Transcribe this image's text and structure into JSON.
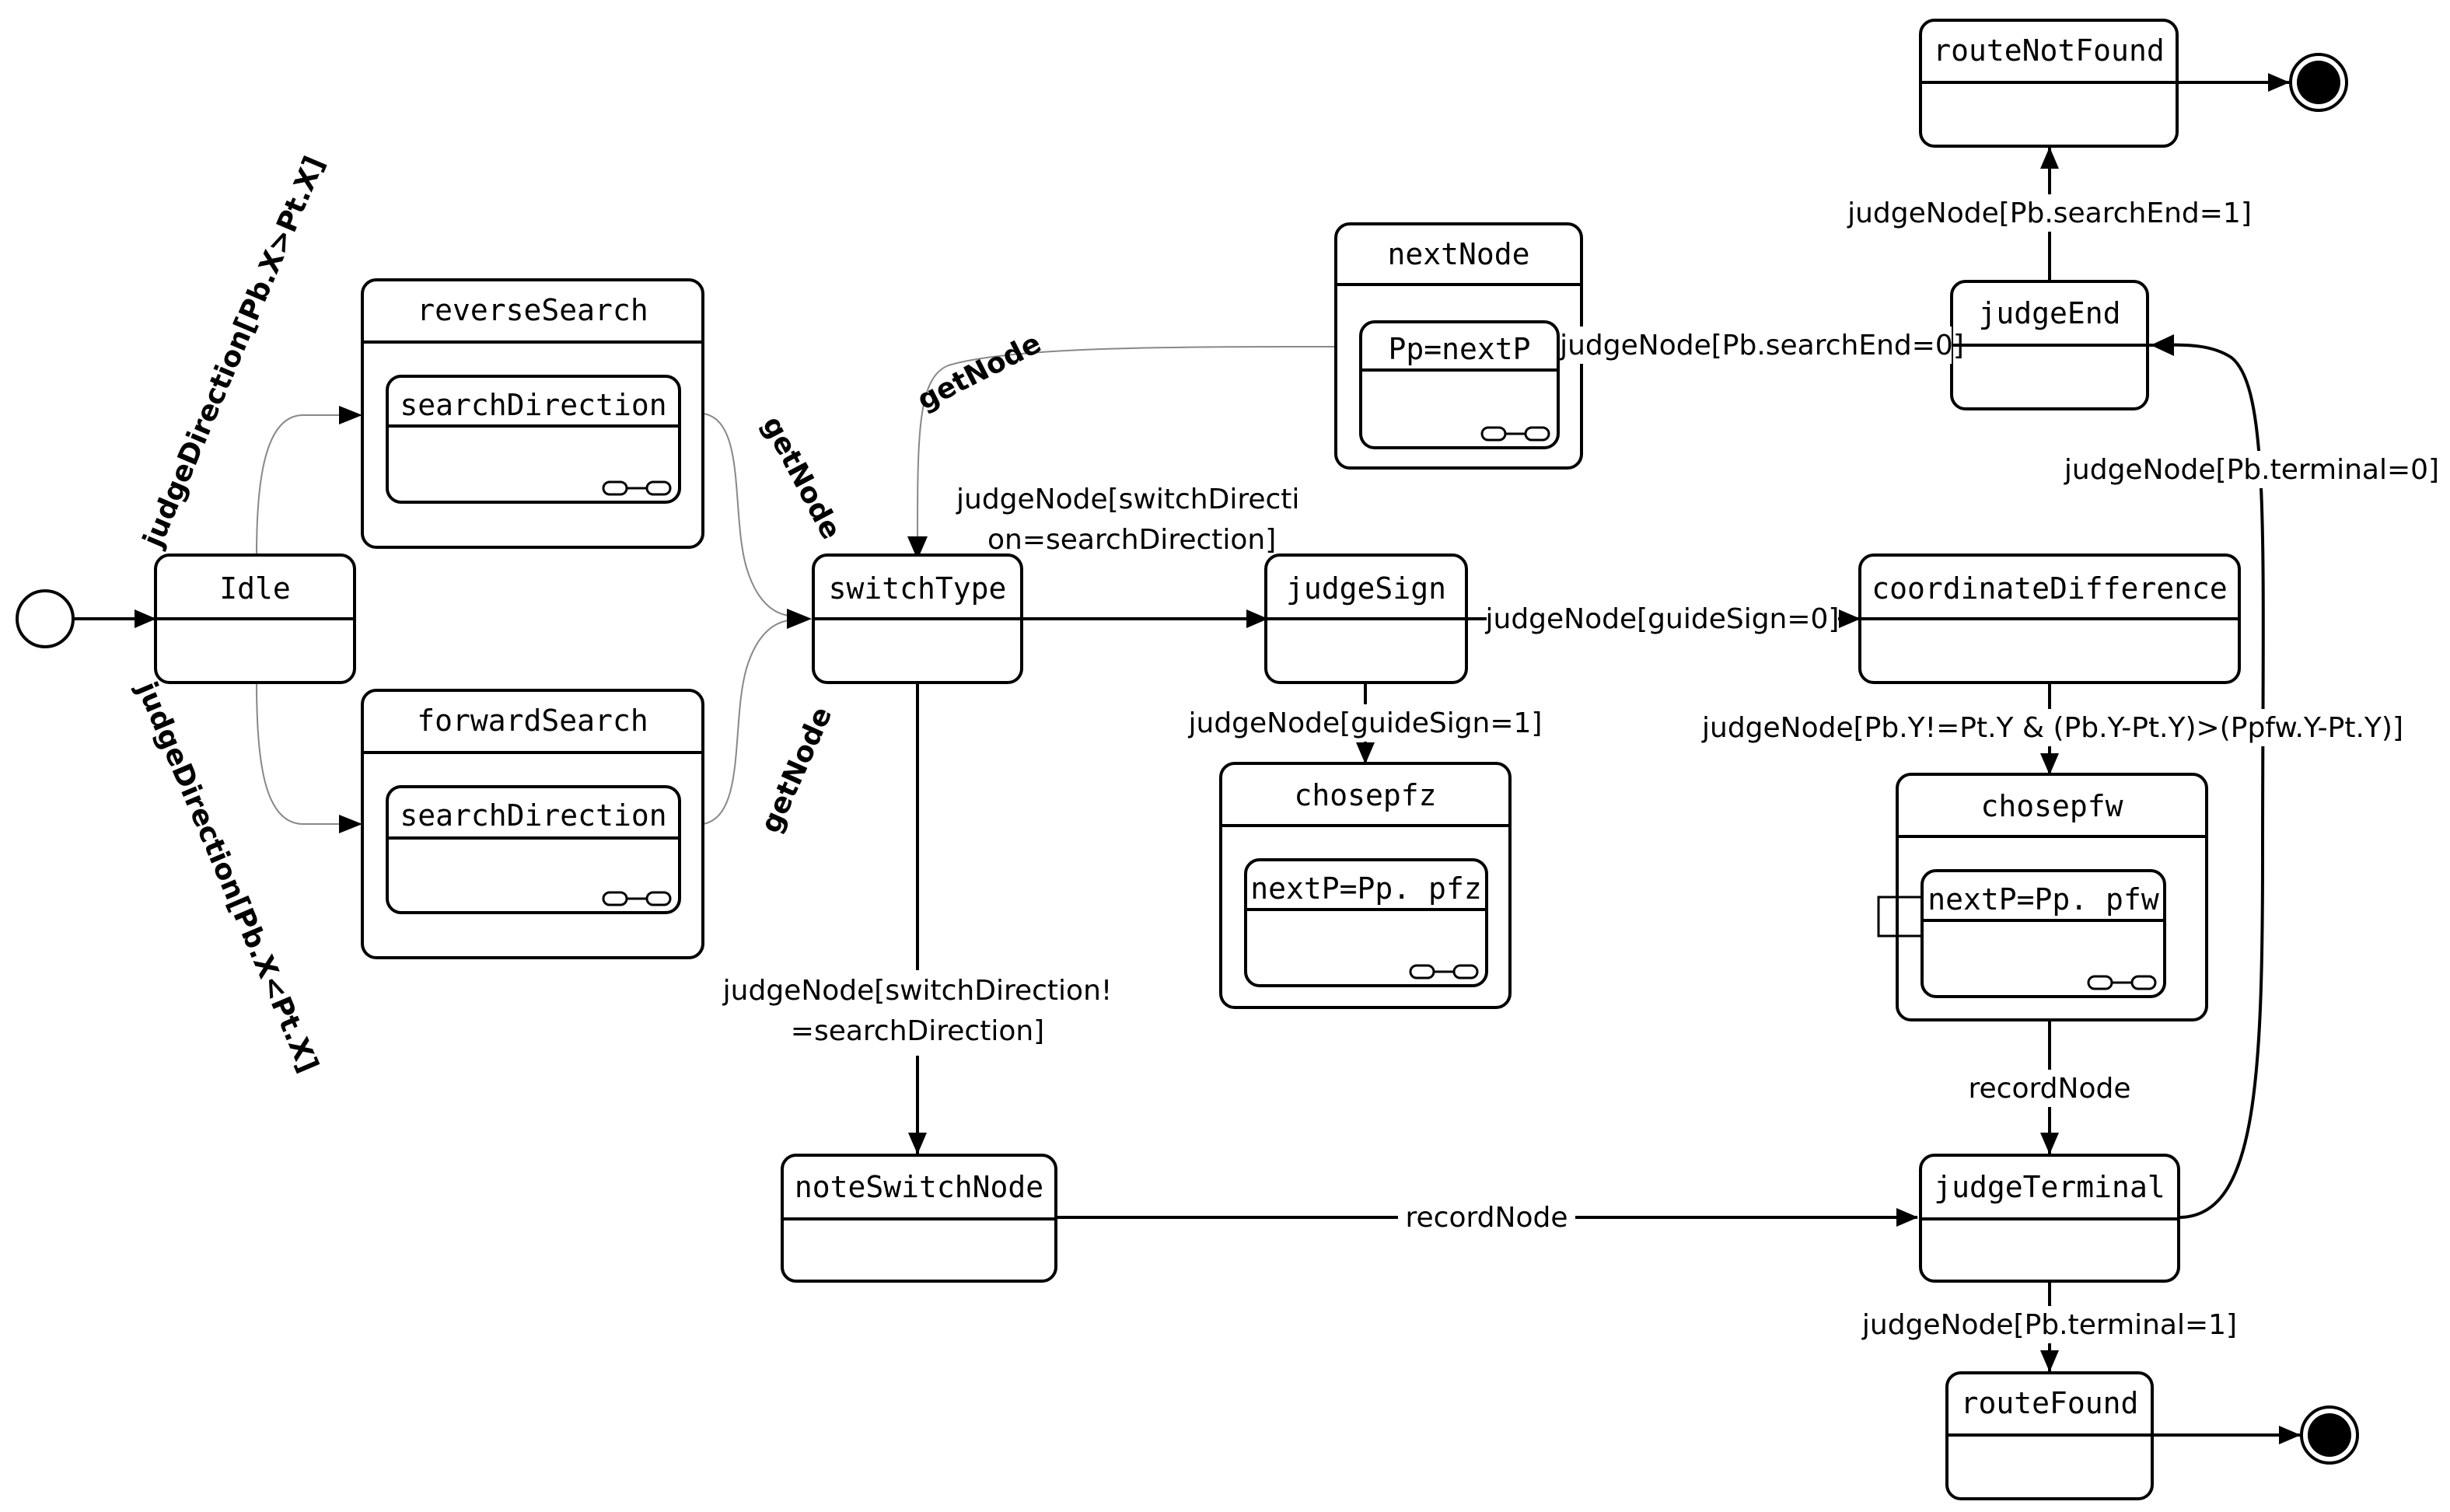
{
  "states": {
    "idle": "Idle",
    "reverse_search": "reverseSearch",
    "reverse_inner": "searchDirection",
    "forward_search": "forwardSearch",
    "forward_inner": "searchDirection",
    "switch_type": "switchType",
    "next_node": "nextNode",
    "next_node_inner": "Pp=nextP",
    "judge_sign": "judgeSign",
    "chosepfz": "chosepfz",
    "chosepfz_inner": "nextP=Pp. pfz",
    "coordinate_difference": "coordinateDifference",
    "chosepfw": "chosepfw",
    "chosepfw_inner": "nextP=Pp. pfw",
    "note_switch_node": "noteSwitchNode",
    "judge_terminal": "judgeTerminal",
    "judge_end": "judgeEnd",
    "route_not_found": "routeNotFound",
    "route_found": "routeFound"
  },
  "transitions": {
    "idle_to_reverse": "judgeDirection[Pb.X>Pt.X]",
    "idle_to_forward": "judgeDirection[Pb.X<Pt.X]",
    "reverse_getnode": "getNode",
    "forward_getnode": "getNode",
    "nextnode_getnode": "getNode",
    "switch_to_judgesign_1": "judgeNode[switchDirecti",
    "switch_to_judgesign_2": "on=searchDirection]",
    "switch_to_note_1": "judgeNode[switchDirection!",
    "switch_to_note_2": "=searchDirection]",
    "judgesign_to_coord": "judgeNode[guideSign=0]",
    "judgesign_to_chosepfz": "judgeNode[guideSign=1]",
    "coord_to_chosepfw": "judgeNode[Pb.Y!=Pt.Y & (Pb.Y-Pt.Y)>(Ppfw.Y-Pt.Y)]",
    "chosepfw_to_terminal": "recordNode",
    "note_to_terminal": "recordNode",
    "terminal_to_end": "judgeNode[Pb.terminal=0]",
    "terminal_to_found": "judgeNode[Pb.terminal=1]",
    "end_to_notfound": "judgeNode[Pb.searchEnd=1]",
    "end_to_nextnode": "judgeNode[Pb.searchEnd=0]"
  }
}
